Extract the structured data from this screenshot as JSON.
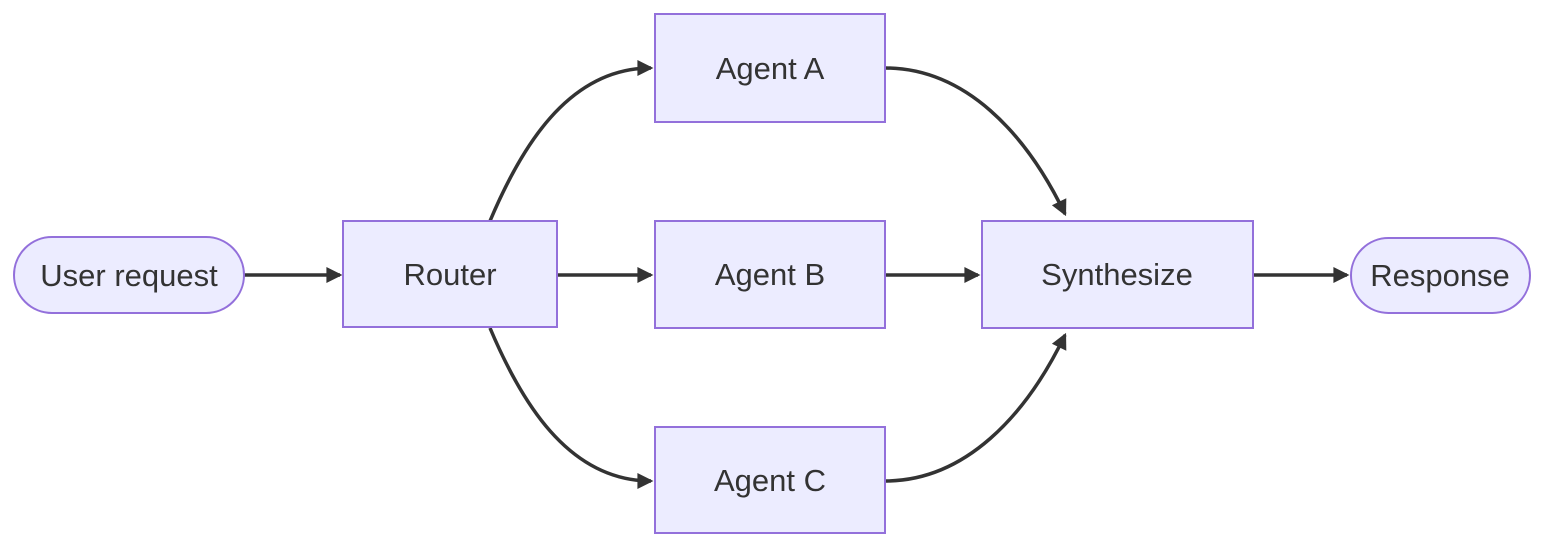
{
  "diagram": {
    "type": "flowchart",
    "direction": "left-to-right",
    "nodes": [
      {
        "id": "user_request",
        "label": "User request",
        "shape": "stadium"
      },
      {
        "id": "router",
        "label": "Router",
        "shape": "rect"
      },
      {
        "id": "agent_a",
        "label": "Agent A",
        "shape": "rect"
      },
      {
        "id": "agent_b",
        "label": "Agent B",
        "shape": "rect"
      },
      {
        "id": "agent_c",
        "label": "Agent C",
        "shape": "rect"
      },
      {
        "id": "synthesize",
        "label": "Synthesize",
        "shape": "rect"
      },
      {
        "id": "response",
        "label": "Response",
        "shape": "stadium"
      }
    ],
    "edges": [
      {
        "from": "User request",
        "to": "Router"
      },
      {
        "from": "Router",
        "to": "Agent A"
      },
      {
        "from": "Router",
        "to": "Agent B"
      },
      {
        "from": "Router",
        "to": "Agent C"
      },
      {
        "from": "Agent A",
        "to": "Synthesize"
      },
      {
        "from": "Agent B",
        "to": "Synthesize"
      },
      {
        "from": "Agent C",
        "to": "Synthesize"
      },
      {
        "from": "Synthesize",
        "to": "Response"
      }
    ]
  },
  "colors": {
    "background": "#FFFFFF",
    "node_fill": "#ECECFF",
    "node_border": "#9370DB",
    "edge_stroke": "#333333",
    "text": "#333333"
  }
}
